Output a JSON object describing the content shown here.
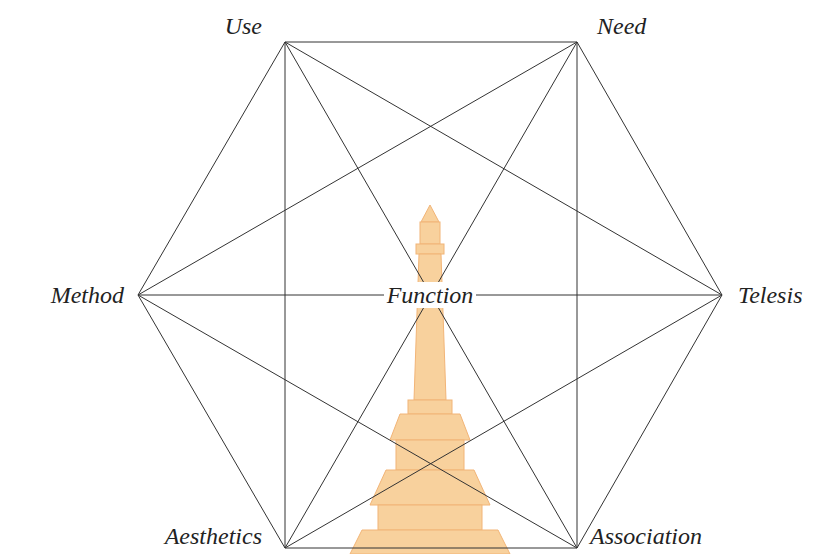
{
  "diagram": {
    "nodes": [
      {
        "text": [
          "Use"
        ]
      },
      {
        "text": [
          "Need"
        ]
      },
      {
        "text": [
          "Method"
        ]
      },
      {
        "text": [
          "Telesis"
        ]
      },
      {
        "text": [
          "Aesthetics"
        ]
      },
      {
        "text": [
          "Association"
        ]
      }
    ],
    "edges": [
      {
        "from": 0,
        "to": 1,
        "arrow": "none"
      },
      {
        "from": 1,
        "to": 3,
        "arrow": "none"
      },
      {
        "from": 3,
        "to": 5,
        "arrow": "none"
      },
      {
        "from": 5,
        "to": 4,
        "arrow": "none"
      },
      {
        "from": 4,
        "to": 2,
        "arrow": "none"
      },
      {
        "from": 2,
        "to": 0,
        "arrow": "none"
      },
      {
        "from": 0,
        "to": 4,
        "arrow": "none"
      },
      {
        "from": 1,
        "to": 5,
        "arrow": "none"
      },
      {
        "from": 0,
        "to": 3,
        "arrow": "none"
      },
      {
        "from": 0,
        "to": 5,
        "arrow": "none"
      },
      {
        "from": 1,
        "to": 2,
        "arrow": "none"
      },
      {
        "from": 1,
        "to": 4,
        "arrow": "none"
      },
      {
        "from": 2,
        "to": 3,
        "arrow": "none"
      },
      {
        "from": 2,
        "to": 5,
        "arrow": "none"
      },
      {
        "from": 4,
        "to": 3,
        "arrow": "none"
      }
    ],
    "labels": [
      "Function"
    ]
  }
}
